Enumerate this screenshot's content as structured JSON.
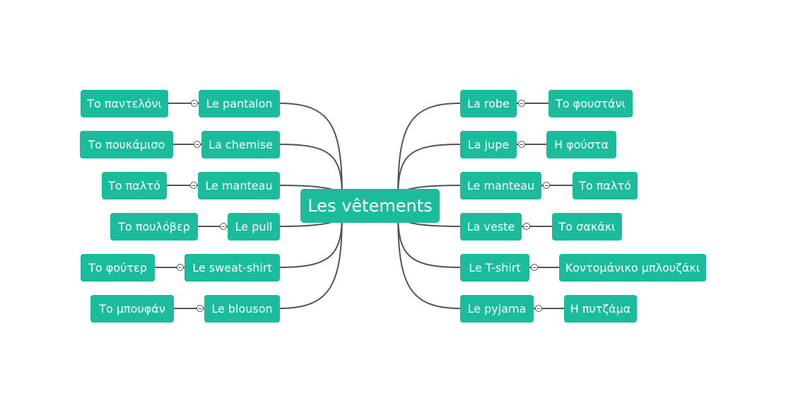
{
  "root": {
    "label": "Les vêtements"
  },
  "colors": {
    "node": "#1abc9c",
    "text": "#ffffff",
    "line": "#555555",
    "background": "#ffffff"
  },
  "left_branches": [
    {
      "label": "Le pantalon",
      "translation": "Το παντελόνι"
    },
    {
      "label": "La chemise",
      "translation": "Το πουκάμισο"
    },
    {
      "label": "Le manteau",
      "translation": "Το παλτό"
    },
    {
      "label": "Le pull",
      "translation": "Το πουλόβερ"
    },
    {
      "label": "Le sweat-shirt",
      "translation": "Το φούτερ"
    },
    {
      "label": "Le blouson",
      "translation": "Το μπουφάν"
    }
  ],
  "right_branches": [
    {
      "label": "La robe",
      "translation": "Το φουστάνι"
    },
    {
      "label": "La jupe",
      "translation": "Η φούστα"
    },
    {
      "label": "Le manteau",
      "translation": "Το παλτό"
    },
    {
      "label": "La veste",
      "translation": "Το σακάκι"
    },
    {
      "label": "Le T-shirt",
      "translation": "Κοντομάνικο μπλουζάκι"
    },
    {
      "label": "Le pyjama",
      "translation": "Η πυτζάμα"
    }
  ]
}
